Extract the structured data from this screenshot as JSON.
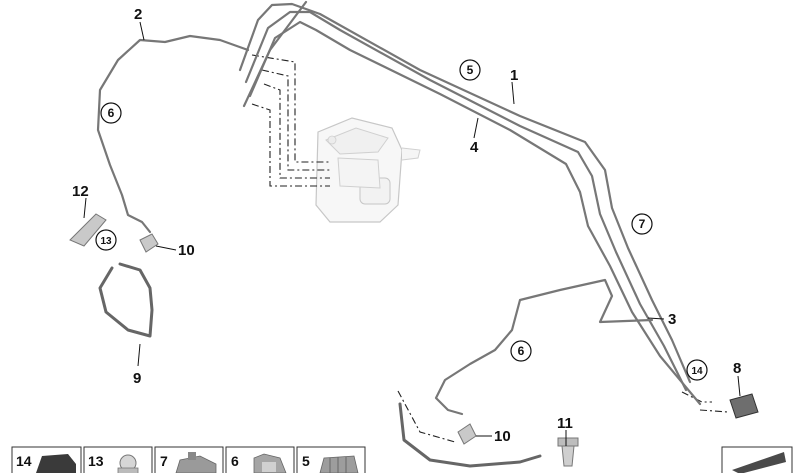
{
  "callouts": {
    "c1": "1",
    "c2": "2",
    "c3": "3",
    "c4": "4",
    "c8": "8",
    "c9": "9",
    "c10a": "10",
    "c10b": "10",
    "c11": "11",
    "c12": "12"
  },
  "circled": {
    "c5": "5",
    "c6a": "6",
    "c6b": "6",
    "c7": "7",
    "c13": "13",
    "c14": "14"
  },
  "legend": [
    {
      "label": "14"
    },
    {
      "label": "13"
    },
    {
      "label": "7"
    },
    {
      "label": "6"
    },
    {
      "label": "5"
    }
  ]
}
